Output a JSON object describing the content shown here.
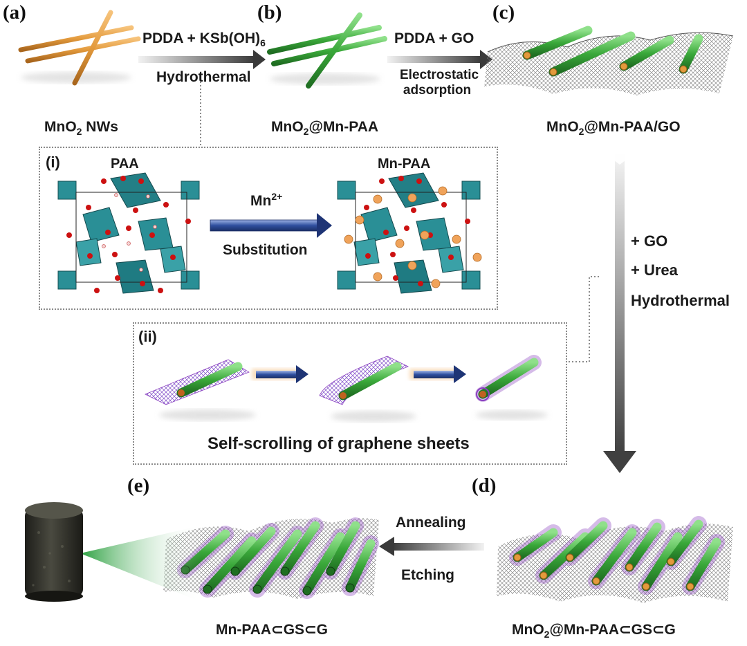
{
  "panels": {
    "a": "(a)",
    "b": "(b)",
    "c": "(c)",
    "d": "(d)",
    "e": "(e)",
    "i": "(i)",
    "ii": "(ii)"
  },
  "labels": {
    "mno2_nws": {
      "base": "MnO",
      "sub": "2",
      "rest": " NWs"
    },
    "mno2_mnpaa": {
      "base": "MnO",
      "sub": "2",
      "rest": "@Mn-PAA"
    },
    "mno2_mnpaa_go": {
      "base": "MnO",
      "sub": "2",
      "rest": "@Mn-PAA/GO"
    },
    "mno2_mnpaa_gs_g": {
      "base": "MnO",
      "sub": "2",
      "rest": "@Mn-PAA⊂GS⊂G"
    },
    "mnpaa_gs_g": "Mn-PAA⊂GS⊂G",
    "paa": "PAA",
    "mnpaa": "Mn-PAA"
  },
  "arrows": {
    "a_to_b": {
      "top_base": "PDDA + KSb(OH)",
      "top_sub": "6",
      "bottom": "Hydrothermal"
    },
    "b_to_c": {
      "top": "PDDA + GO",
      "bottom_line1": "Electrostatic",
      "bottom_line2": "adsorption"
    },
    "c_to_d": {
      "line1": "+ GO",
      "line2": "+ Urea",
      "line3": "Hydrothermal"
    },
    "d_to_e": {
      "top": "Annealing",
      "bottom": "Etching"
    },
    "substitution": {
      "top_base": "Mn",
      "top_sup": "2+",
      "bottom": "Substitution"
    }
  },
  "inset_ii_caption": "Self-scrolling of graphene sheets",
  "colors": {
    "mno2_rod": "#e39a3c",
    "mnpaa_rod": "#3aa83a",
    "graphene": "#7c7c7c",
    "scroll": "#8a3fc0",
    "polyhedra": "#2a8f96",
    "oxygen": "#cc1111",
    "mn": "#e08a3a",
    "arrow_blue": "#2f4f9f",
    "monolith": "#2f2f2a"
  }
}
